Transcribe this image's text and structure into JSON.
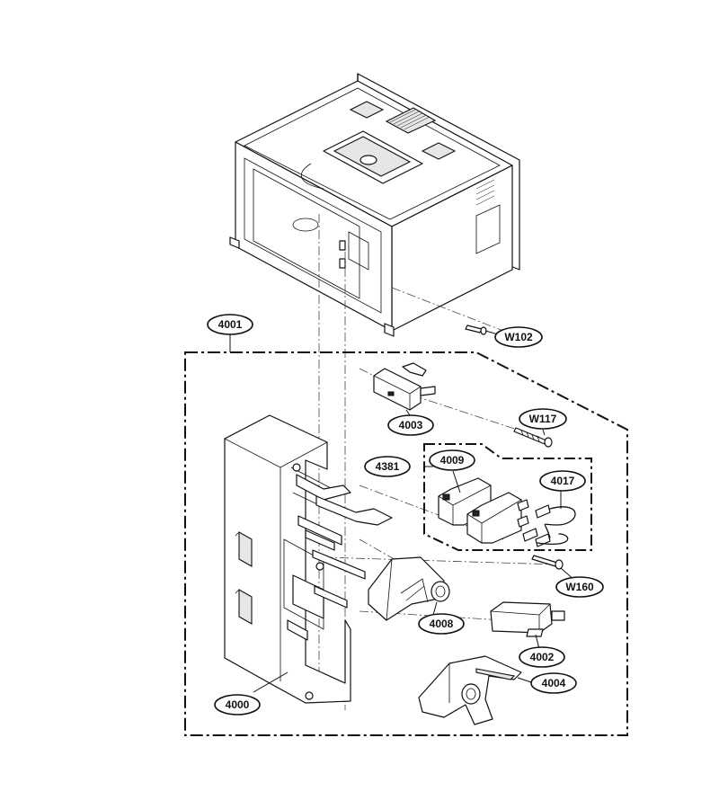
{
  "callouts": [
    {
      "id": "4001",
      "label": "4001"
    },
    {
      "id": "W102",
      "label": "W102"
    },
    {
      "id": "4003",
      "label": "4003"
    },
    {
      "id": "W117",
      "label": "W117"
    },
    {
      "id": "4381",
      "label": "4381"
    },
    {
      "id": "4009",
      "label": "4009"
    },
    {
      "id": "4017",
      "label": "4017"
    },
    {
      "id": "W160",
      "label": "W160"
    },
    {
      "id": "4008",
      "label": "4008"
    },
    {
      "id": "4002",
      "label": "4002"
    },
    {
      "id": "4004",
      "label": "4004"
    },
    {
      "id": "4000",
      "label": "4000"
    }
  ]
}
